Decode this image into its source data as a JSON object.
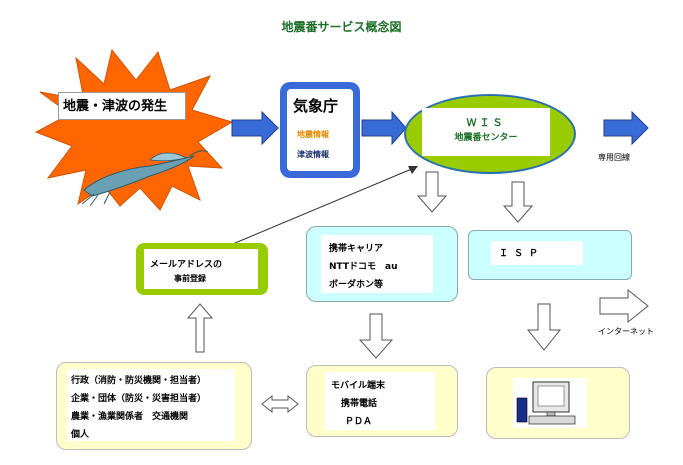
{
  "title": "地震番サービス概念図",
  "event": {
    "label": "地震・津波の発生"
  },
  "jma": {
    "name": "気象庁",
    "items": [
      "地震情報",
      "津波情報"
    ]
  },
  "wis": {
    "line1": "ＷＩＳ",
    "line2": "地震番センター"
  },
  "dedicated_line": "専用回線",
  "internet": "インターネット",
  "mail_registration": {
    "line1": "メールアドレスの",
    "line2": "事前登録"
  },
  "carrier": {
    "lines": [
      "携帯キャリア",
      "NTTドコモ　au",
      "ボーダホン等"
    ]
  },
  "isp": {
    "label": "ＩＳＰ"
  },
  "admin": {
    "lines": [
      "行政（消防・防災機関・担当者）",
      "企業・団体（防災・災害担当者）",
      "農業・漁業関係者　交通機関",
      "個人"
    ]
  },
  "mobile": {
    "lines": [
      "モバイル端末",
      "携帯電話",
      "ＰＤＡ"
    ]
  },
  "colors": {
    "burst": "#ff6600",
    "arrow_blue": "#3a69d8",
    "green": "#99cc00",
    "cyan_light": "#ccffff",
    "yellow_light": "#ffffcc",
    "title_green": "#1f6f2a"
  }
}
